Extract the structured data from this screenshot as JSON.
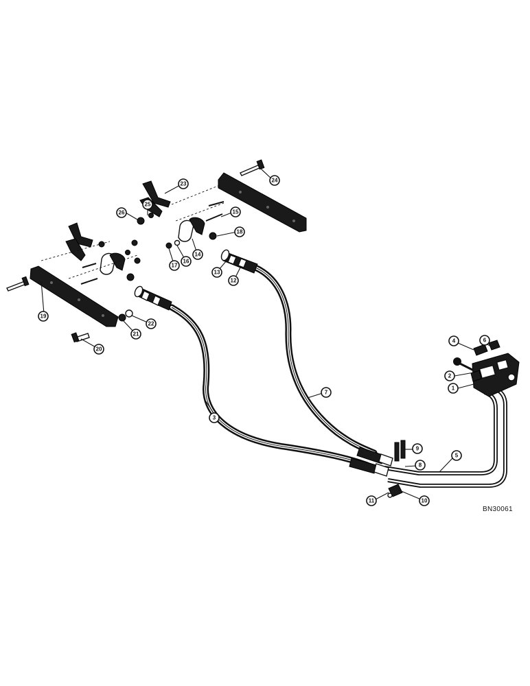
{
  "diagram": {
    "document_code": "BN30061",
    "callouts": [
      "1",
      "2",
      "3",
      "4",
      "5",
      "6",
      "7",
      "8",
      "9",
      "10",
      "11",
      "12",
      "13",
      "14",
      "15",
      "16",
      "17",
      "18",
      "19",
      "20",
      "21",
      "22",
      "23",
      "24",
      "25",
      "26"
    ]
  }
}
